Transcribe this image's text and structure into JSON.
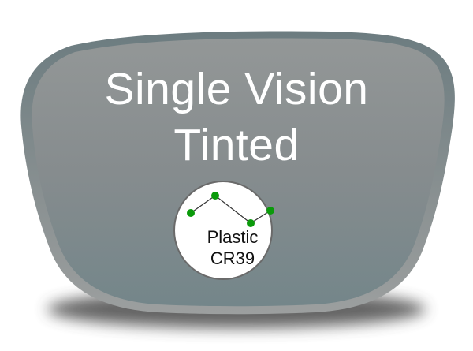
{
  "title": {
    "line1": "Single Vision",
    "line2": "Tinted"
  },
  "badge": {
    "material_line1": "Plastic",
    "material_line2": "CR39",
    "icon": "zigzag-line-with-dots-icon"
  },
  "colors": {
    "lens_top": "#8f9494",
    "lens_bottom": "#76868a",
    "lens_rim": "#6f7f82",
    "lens_rim_bottom": "#9a9e9e",
    "dot_green": "#0a9a0a",
    "badge_bg": "#ffffff",
    "badge_border": "#666666",
    "text_white": "#ffffff",
    "text_dark": "#111111"
  }
}
